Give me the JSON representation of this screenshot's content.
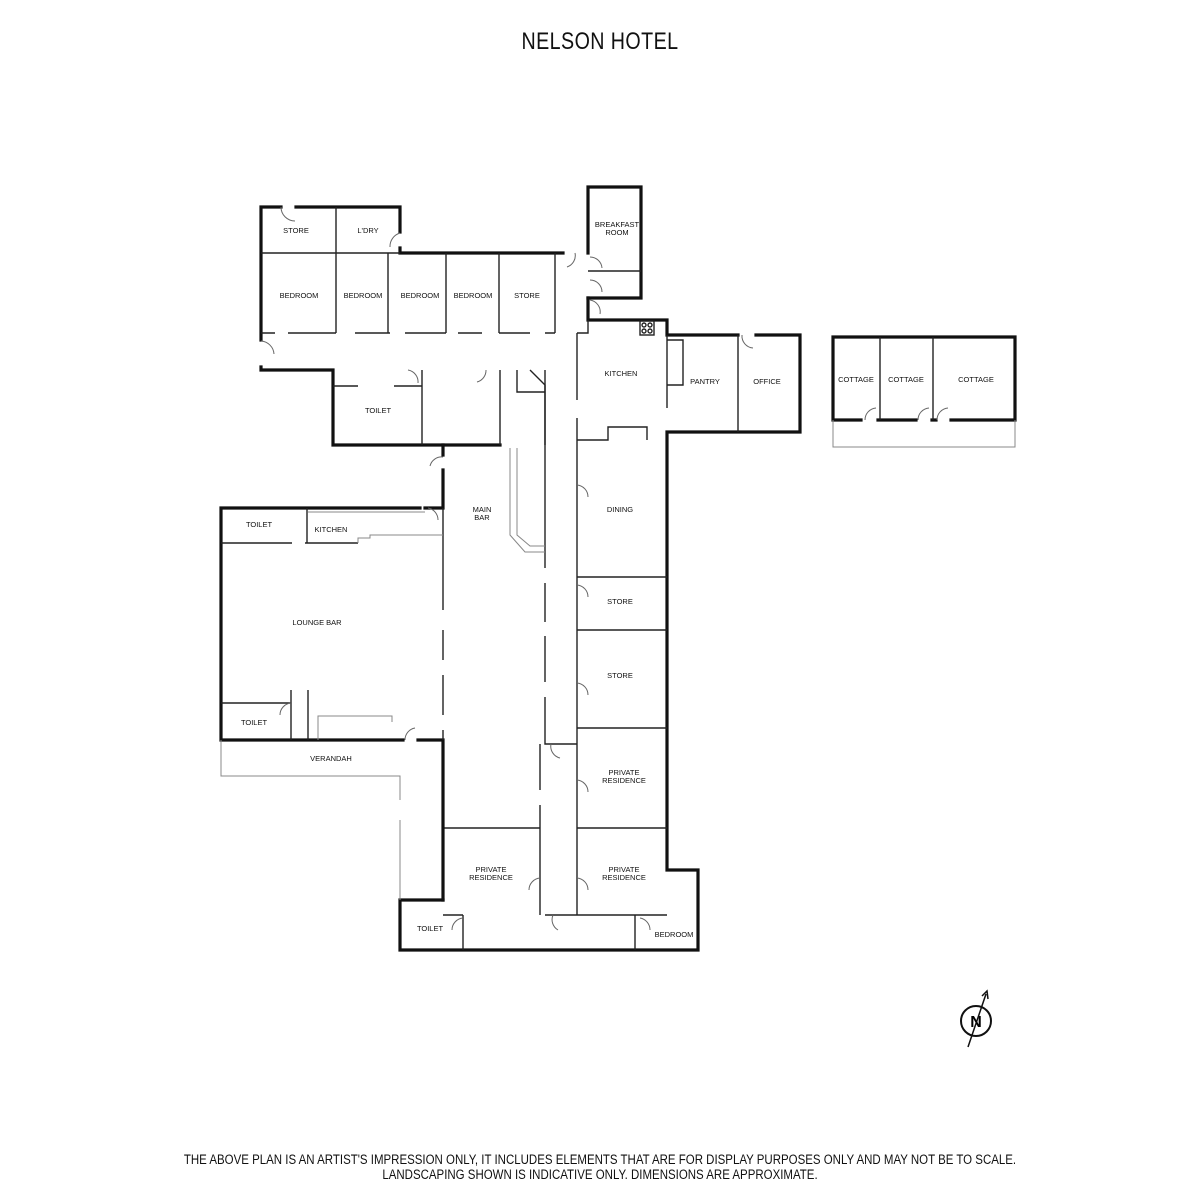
{
  "title": "NELSON HOTEL",
  "rooms": [
    {
      "label": "STORE"
    },
    {
      "label": "L'DRY"
    },
    {
      "label": "BEDROOM"
    },
    {
      "label": "BEDROOM"
    },
    {
      "label": "BEDROOM"
    },
    {
      "label": "BEDROOM"
    },
    {
      "label": "STORE"
    },
    {
      "label": "BREAKFAST"
    },
    {
      "label": "ROOM"
    },
    {
      "label": "KITCHEN"
    },
    {
      "label": "PANTRY"
    },
    {
      "label": "OFFICE"
    },
    {
      "label": "COTTAGE"
    },
    {
      "label": "COTTAGE"
    },
    {
      "label": "COTTAGE"
    },
    {
      "label": "TOILET"
    },
    {
      "label": "MAIN"
    },
    {
      "label": "BAR"
    },
    {
      "label": "DINING"
    },
    {
      "label": "TOILET"
    },
    {
      "label": "KITCHEN"
    },
    {
      "label": "LOUNGE BAR"
    },
    {
      "label": "STORE"
    },
    {
      "label": "STORE"
    },
    {
      "label": "TOILET"
    },
    {
      "label": "VERANDAH"
    },
    {
      "label": "PRIVATE"
    },
    {
      "label": "RESIDENCE"
    },
    {
      "label": "PRIVATE"
    },
    {
      "label": "RESIDENCE"
    },
    {
      "label": "PRIVATE"
    },
    {
      "label": "RESIDENCE"
    },
    {
      "label": "TOILET"
    },
    {
      "label": "BEDROOM"
    }
  ],
  "compass": {
    "label": "N"
  },
  "disclaimer": {
    "line1": "THE ABOVE PLAN IS AN ARTIST'S IMPRESSION ONLY, IT INCLUDES ELEMENTS THAT ARE FOR DISPLAY PURPOSES ONLY AND MAY NOT BE TO SCALE.",
    "line2": "LANDSCAPING SHOWN IS INDICATIVE ONLY. DIMENSIONS ARE APPROXIMATE."
  }
}
